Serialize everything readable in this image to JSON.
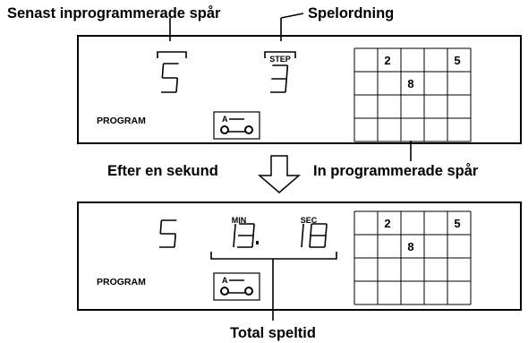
{
  "callouts": {
    "last_programmed_track": "Senast inprogrammerade spår",
    "play_order": "Spelordning",
    "after_one_second": "Efter en sekund",
    "programmed_tracks": "In programmerade spår",
    "total_play_time": "Total speltid"
  },
  "panel_top": {
    "track_digit": "5",
    "step_label": "STEP",
    "step_digit": "3",
    "mode_label": "PROGRAM",
    "cassette_label": "A",
    "grid_values": [
      "",
      "2",
      "",
      "",
      "5",
      "",
      "",
      "8",
      "",
      "",
      "",
      "",
      "",
      "",
      "",
      "",
      "",
      "",
      "",
      ""
    ]
  },
  "panel_bottom": {
    "track_digit": "5",
    "min_label": "MIN",
    "sec_label": "SEC",
    "time_digits": [
      "1",
      "3",
      "1",
      "8"
    ],
    "mode_label": "PROGRAM",
    "cassette_label": "A",
    "grid_values": [
      "",
      "2",
      "",
      "",
      "5",
      "",
      "",
      "8",
      "",
      "",
      "",
      "",
      "",
      "",
      "",
      "",
      "",
      "",
      "",
      ""
    ]
  }
}
